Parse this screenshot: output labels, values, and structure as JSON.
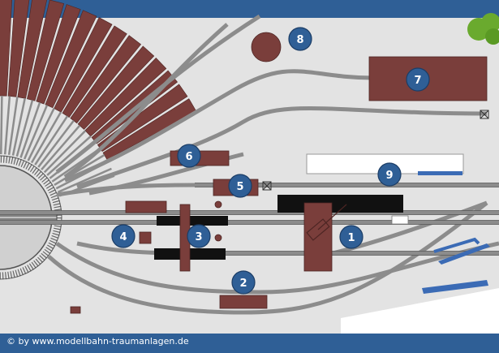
{
  "colors": {
    "background": "#e3e3e3",
    "bar": "#2f5f96",
    "building": "#7a3e3b",
    "rail": "#8c8c8c",
    "platform": "#111111",
    "marker": "#2f5f96",
    "tree": "#6aaa2e",
    "water_strip": "#3b6bb5"
  },
  "markers": [
    "1",
    "2",
    "3",
    "4",
    "5",
    "6",
    "7",
    "8",
    "9"
  ],
  "footer": {
    "credit": "© by www.modellbahn-traumanlagen.de"
  }
}
